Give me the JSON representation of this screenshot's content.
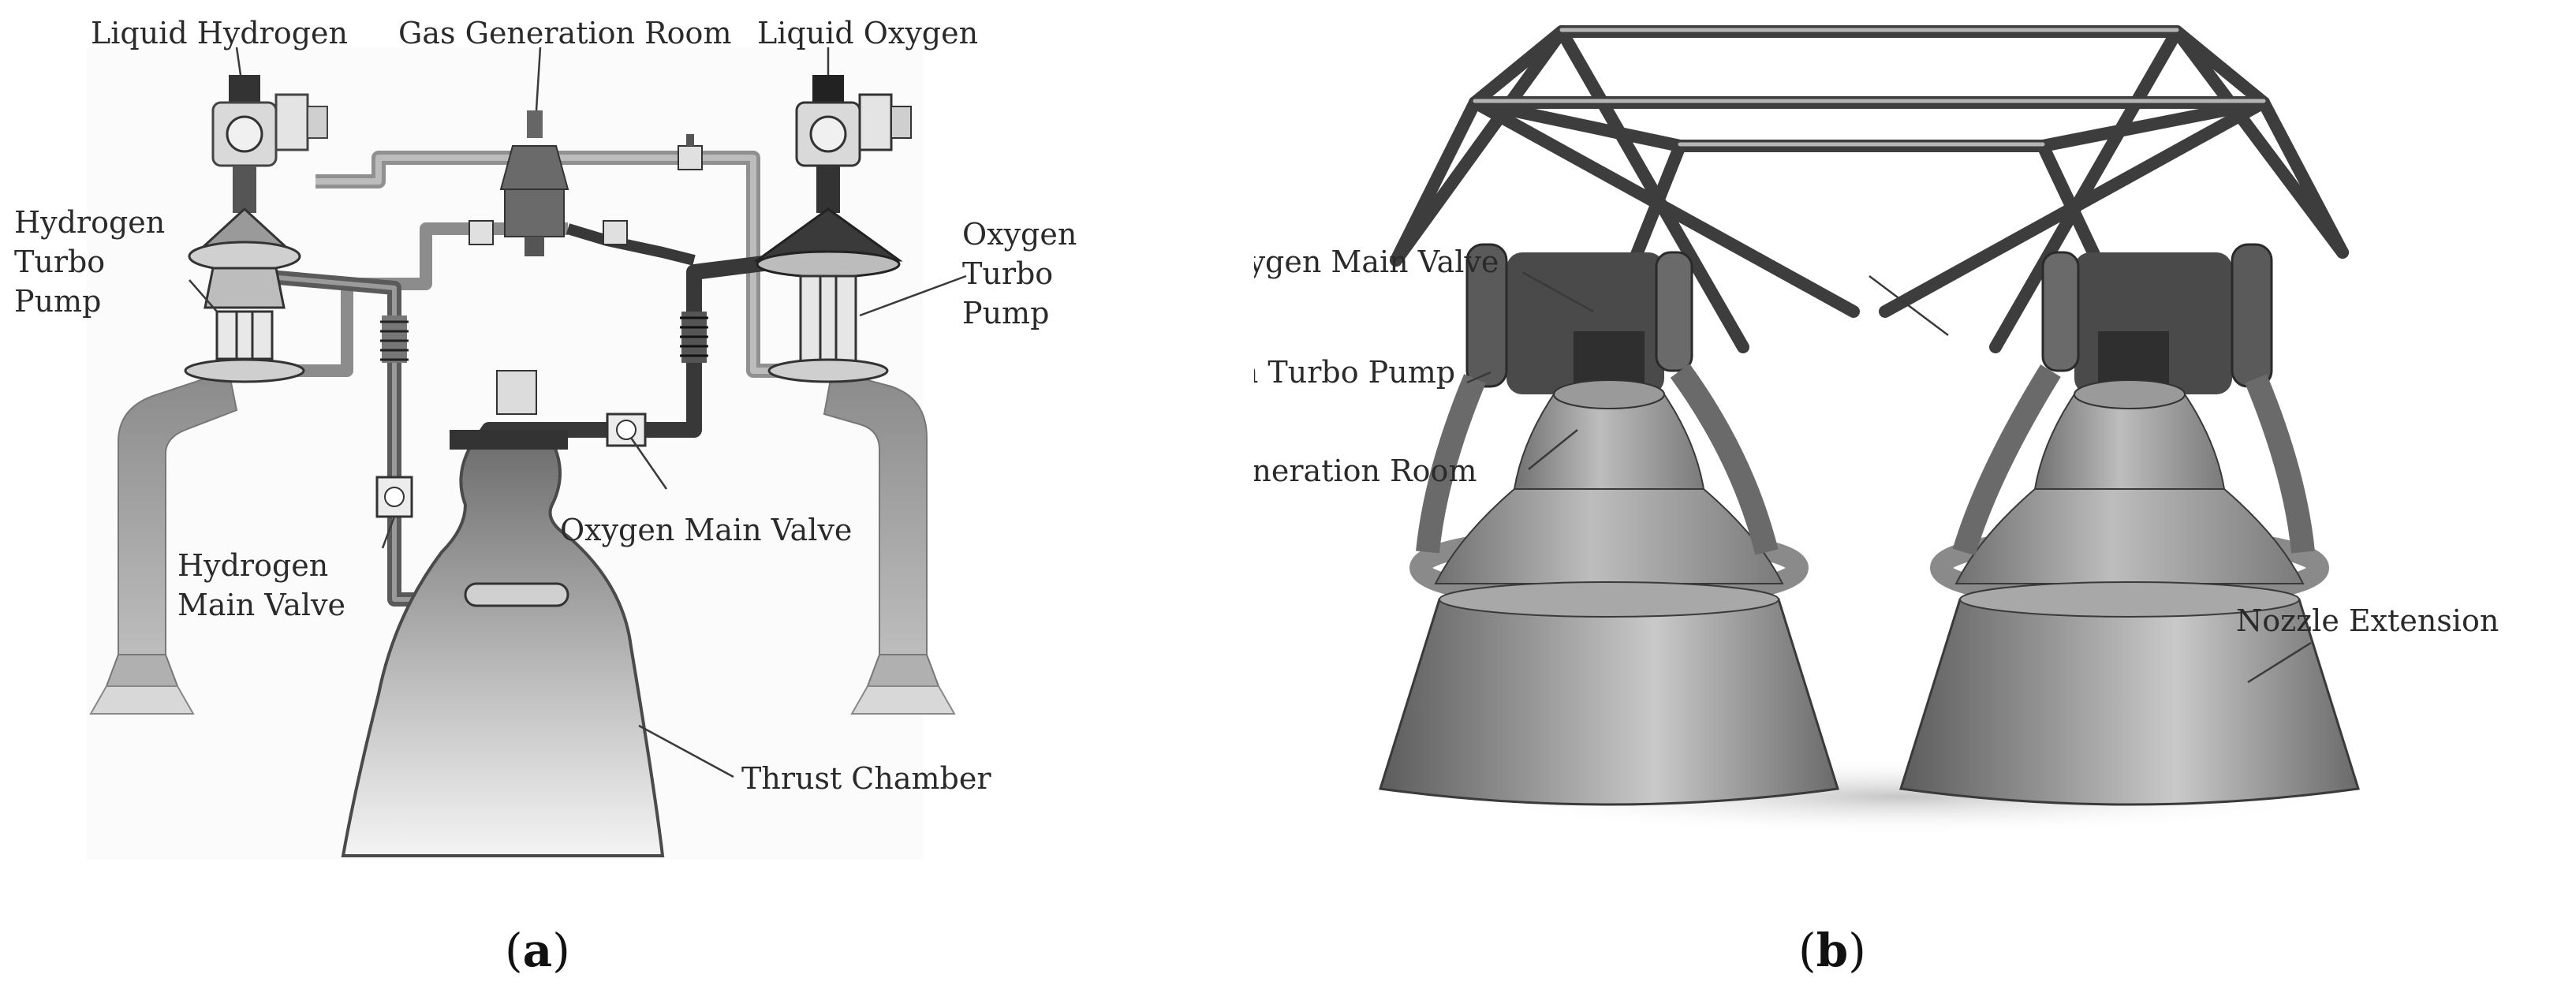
{
  "panel_a": {
    "labels": {
      "liquid_hydrogen": "Liquid Hydrogen",
      "gas_generation_room": "Gas Generation Room",
      "liquid_oxygen": "Liquid Oxygen",
      "hydrogen_turbo_pump": [
        "Hydrogen",
        "Turbo",
        "Pump"
      ],
      "oxygen_turbo_pump": [
        "Oxygen",
        "Turbo",
        "Pump"
      ],
      "oxygen_main_valve": "Oxygen Main Valve",
      "hydrogen_main_valve": [
        "Hydrogen",
        "Main Valve"
      ],
      "thrust_chamber": "Thrust Chamber"
    },
    "caption": {
      "open": "(",
      "letter": "a",
      "close": ")"
    }
  },
  "panel_b": {
    "labels": {
      "oxygen_main_valve": "Oxygen Main Valve",
      "oxygen_turbo_pump": "Oxygen Turbo Pump",
      "gas_generation_room": "Gas Generation Room",
      "nozzle_extension": "Nozzle Extension"
    },
    "caption": {
      "open": "(",
      "letter": "b",
      "close": ")"
    }
  },
  "colors": {
    "pipe_dark": "#3c3c3c",
    "pipe_mid": "#8c8c8c",
    "pipe_light": "#a8a8a8",
    "label": "#2a2a2a"
  }
}
